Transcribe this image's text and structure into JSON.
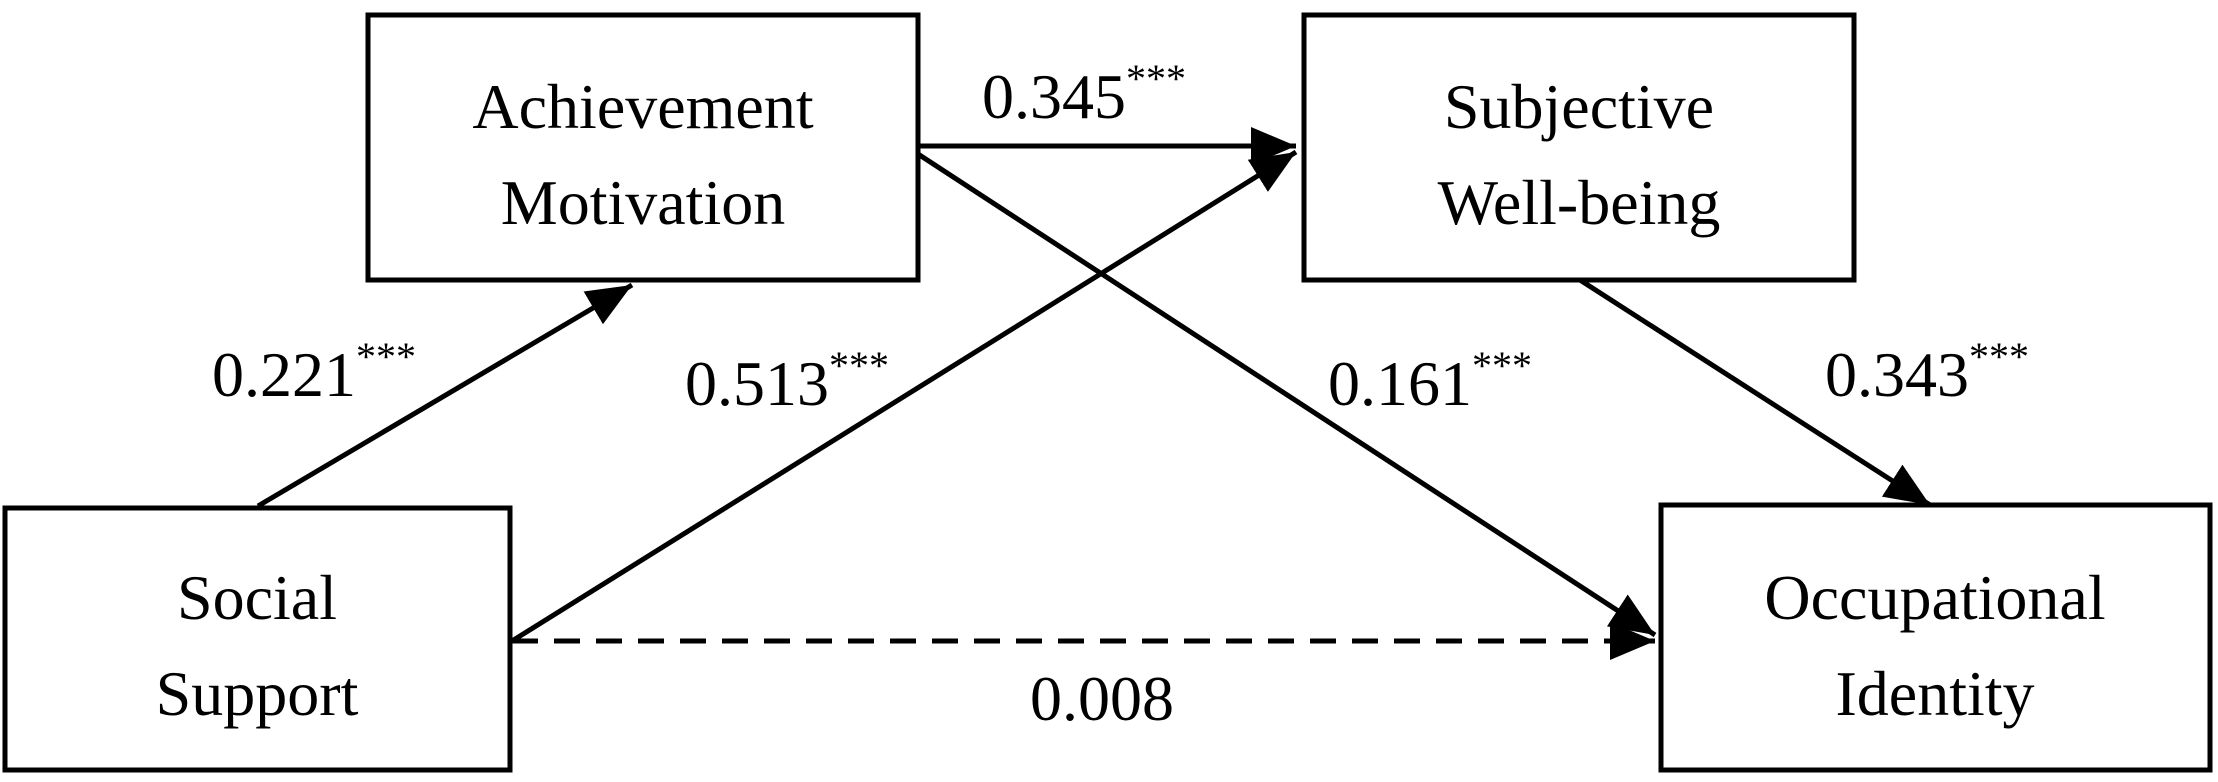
{
  "nodes": {
    "social_support": {
      "line1": "Social",
      "line2": "Support"
    },
    "achievement_motivation": {
      "line1": "Achievement",
      "line2": "Motivation"
    },
    "subjective_wellbeing": {
      "line1": "Subjective",
      "line2": "Well-being"
    },
    "occupational_identity": {
      "line1": "Occupational",
      "line2": "Identity"
    }
  },
  "paths": {
    "ss_to_am": {
      "value": "0.221",
      "sig": "***"
    },
    "am_to_swb": {
      "value": "0.345",
      "sig": "***"
    },
    "ss_to_swb": {
      "value": "0.513",
      "sig": "***"
    },
    "am_to_oi": {
      "value": "0.161",
      "sig": "***"
    },
    "swb_to_oi": {
      "value": "0.343",
      "sig": "***"
    },
    "ss_to_oi": {
      "value": "0.008",
      "sig": ""
    }
  },
  "colors": {
    "stroke": "#000000",
    "background": "#ffffff"
  }
}
